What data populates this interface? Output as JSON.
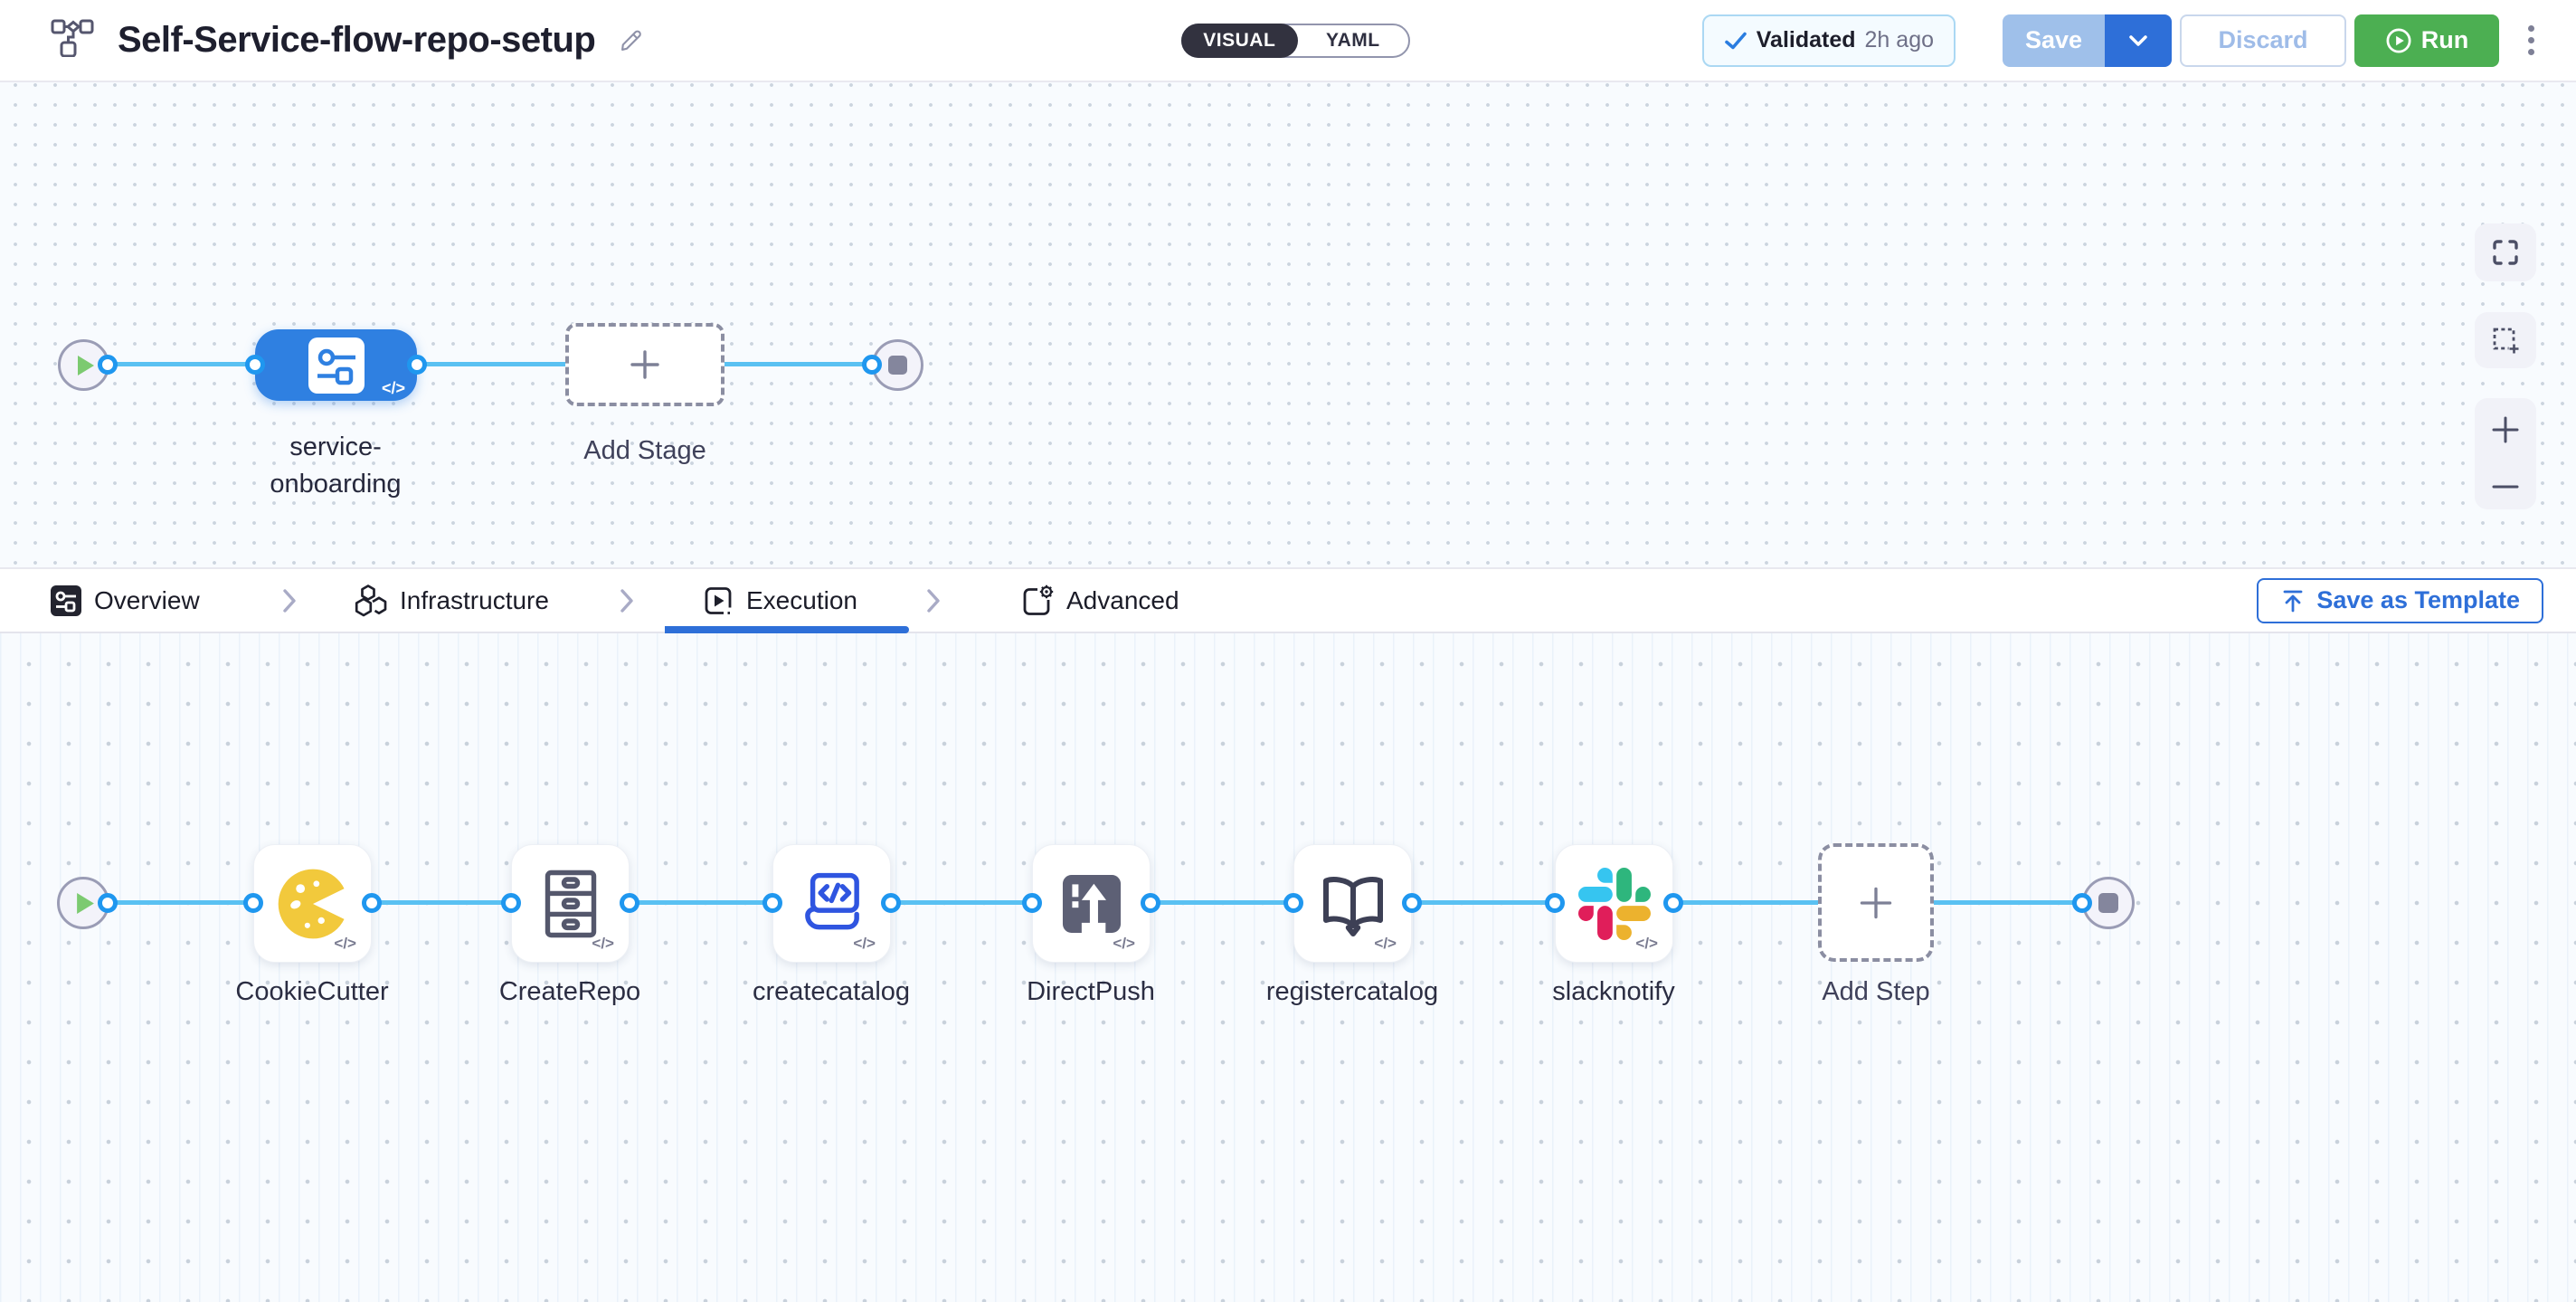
{
  "header": {
    "title": "Self-Service-flow-repo-setup",
    "mode_toggle": {
      "visual": "VISUAL",
      "yaml": "YAML"
    },
    "validated": {
      "label": "Validated",
      "time": "2h ago"
    },
    "save_label": "Save",
    "discard_label": "Discard",
    "run_label": "Run"
  },
  "stage_canvas": {
    "stage_label": "service-onboarding",
    "add_stage_label": "Add Stage"
  },
  "tabs": [
    {
      "label": "Overview",
      "icon": "stage-overview-icon",
      "active": false
    },
    {
      "label": "Infrastructure",
      "icon": "hexagons-icon",
      "active": false
    },
    {
      "label": "Execution",
      "icon": "play-square-icon",
      "active": true
    },
    {
      "label": "Advanced",
      "icon": "gear-square-icon",
      "active": false
    }
  ],
  "save_as_template_label": "Save as Template",
  "execution_canvas": {
    "steps": [
      {
        "label": "CookieCutter",
        "icon": "cookiecutter-icon"
      },
      {
        "label": "CreateRepo",
        "icon": "drawers-icon"
      },
      {
        "label": "createcatalog",
        "icon": "code-scroll-icon"
      },
      {
        "label": "DirectPush",
        "icon": "upload-window-icon"
      },
      {
        "label": "registercatalog",
        "icon": "open-book-icon"
      },
      {
        "label": "slacknotify",
        "icon": "slack-icon"
      }
    ],
    "add_step_label": "Add Step"
  },
  "code_badge": "</>",
  "colors": {
    "accent_blue": "#2e6fd8",
    "stage_blue": "#2f80e1",
    "edge_blue": "#5ac1f2",
    "port_blue": "#1f97ef",
    "run_green": "#4caf52",
    "play_green": "#7cca70",
    "slack": [
      "#36C5F0",
      "#2EB67D",
      "#ECB22E",
      "#E01E5A"
    ],
    "cookie_yellow": "#f2c93c",
    "canvas_bg": "#f8fbfe"
  }
}
